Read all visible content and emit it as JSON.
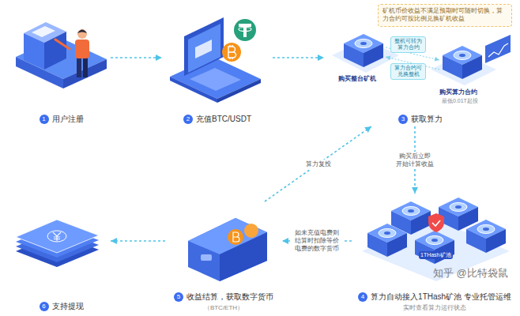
{
  "diagram": {
    "nodes": [
      {
        "text": [
          "1",
          "用户注册"
        ]
      },
      {
        "text": [
          "2",
          "充值BTC/USDT"
        ]
      },
      {
        "text": [
          "3",
          "获取算力"
        ]
      },
      {
        "text": [
          "矿机币价收益不满足预期时可随时切换，算力合约可按比例兑换矿机收益"
        ],
        "in": 2
      },
      {
        "text": [
          "4",
          "算力自动接入1THash矿池 专业托管运维",
          "实时查看算力运行状态"
        ]
      },
      {
        "text": [
          "5",
          "收益结算，获取数字货币",
          "（BTC/ETH）"
        ]
      },
      {
        "text": [
          "6",
          "支持提现"
        ]
      }
    ],
    "edges": [
      {
        "from": 0,
        "to": 1,
        "arrow": "to"
      },
      {
        "from": 1,
        "to": 2,
        "arrow": "to"
      },
      {
        "from": 2,
        "to": 4,
        "label": "购买后立即 开始计算收益",
        "arrow": "to"
      },
      {
        "from": 4,
        "to": 5,
        "label": "如未充值电费则 结算时扣除等价 电费的数字货币",
        "arrow": "to"
      },
      {
        "from": 5,
        "to": 2,
        "label": "算力复投",
        "arrow": "to"
      },
      {
        "from": 5,
        "to": 6,
        "arrow": "to"
      }
    ],
    "labels": [
      "购买整台矿机",
      "整机可转为 算力合约",
      "算力合约可 兑换整机",
      "购买算力合约",
      "最低0.01T起投",
      "1THash矿池",
      "知乎 @比特袋鼠"
    ]
  }
}
